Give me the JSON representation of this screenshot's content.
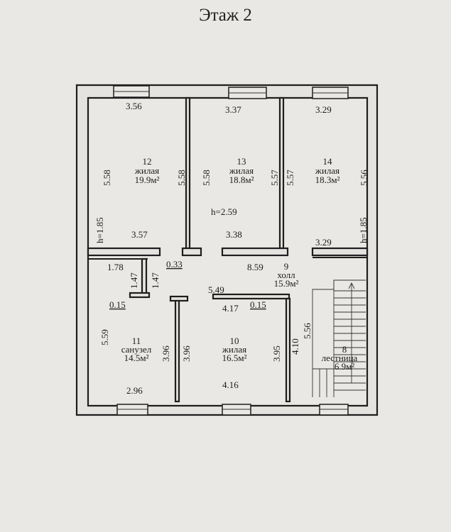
{
  "title": "Этаж 2",
  "ceiling_height": "h=2.59",
  "rooms": [
    {
      "number": "12",
      "type": "жилая",
      "area": "19.9м²"
    },
    {
      "number": "13",
      "type": "жилая",
      "area": "18.8м²"
    },
    {
      "number": "14",
      "type": "жилая",
      "area": "18.3м²"
    },
    {
      "number": "9",
      "type": "холл",
      "area": "15.9м²"
    },
    {
      "number": "11",
      "type": "санузел",
      "area": "14.5м²"
    },
    {
      "number": "10",
      "type": "жилая",
      "area": "16.5м²"
    },
    {
      "number": "8",
      "type": "лестница",
      "area": "6.9м²"
    }
  ],
  "dimensions": {
    "r12_top": "3.56",
    "r12_left": "5.58",
    "r12_right": "5.58",
    "r12_bottom": "3.57",
    "r12_h": "h=1.85",
    "r13_top": "3.37",
    "r13_left": "5.58",
    "r13_right": "5.57",
    "r13_bottom": "3.38",
    "r14_top": "3.29",
    "r14_left": "5.57",
    "r14_right": "5.56",
    "r14_bottom": "3.29",
    "r14_h": "h=1.85",
    "hall_len": "8.59",
    "hall_033": "0.33",
    "hall_549": "5.49",
    "r11_top": "1.78",
    "r11_147a": "1.47",
    "r11_147b": "1.47",
    "r11_015": "0.15",
    "r11_left": "5.59",
    "r11_right": "3.96",
    "r11_bottom": "2.96",
    "r10_left": "3.96",
    "r10_top": "4.17",
    "r10_015": "0.15",
    "r10_right": "3.95",
    "r10_bottom": "4.16",
    "r10_410": "4.10",
    "r8_left": "5.56"
  }
}
